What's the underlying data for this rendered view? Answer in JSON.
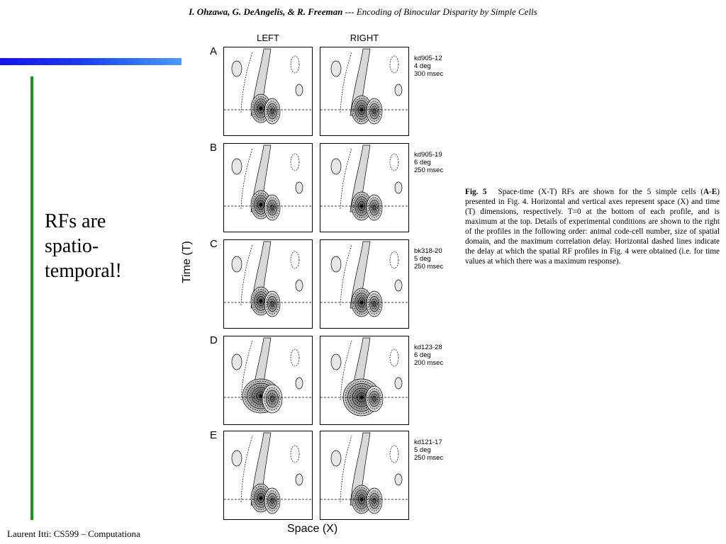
{
  "header": {
    "authors": "I. Ohzawa, G. DeAngelis, & R. Freeman",
    "separator": " --- ",
    "title": "Encoding of Binocular Disparity by Simple Cells"
  },
  "slide": {
    "bullet": "RFs are spatio-temporal!",
    "footer": "Laurent Itti: CS599 – Computationa"
  },
  "figure": {
    "col_left": "LEFT",
    "col_right": "RIGHT",
    "y_axis": "Time (T)",
    "x_axis": "Space (X)",
    "rows": [
      {
        "label": "A",
        "cell": "kd905-12",
        "size": "4 deg",
        "delay": "300 msec"
      },
      {
        "label": "B",
        "cell": "kd905-19",
        "size": "6 deg",
        "delay": "250 msec"
      },
      {
        "label": "C",
        "cell": "bk318-20",
        "size": "5 deg",
        "delay": "250 msec"
      },
      {
        "label": "D",
        "cell": "kd123-28",
        "size": "6 deg",
        "delay": "200 msec"
      },
      {
        "label": "E",
        "cell": "kd121-17",
        "size": "5 deg",
        "delay": "250 msec"
      }
    ],
    "caption_label": "Fig. 5",
    "caption_text_1": "Space-time (X-T) RFs are shown for the 5 simple cells (",
    "caption_bold": "A-E",
    "caption_text_2": ") presented in Fig. 4.  Horizontal and vertical axes represent space (X) and time (T) dimensions, respectively. T=0 at the bottom of each profile, and is maximum at the top. Details of experimental conditions are shown to the right of the profiles in the following order: animal code-cell number, size of spatial domain, and the maximum correlation delay. Horizontal dashed lines indicate the delay at which the spatial RF profiles in Fig. 4 were obtained (i.e. for time values at which there was a maximum response)."
  }
}
